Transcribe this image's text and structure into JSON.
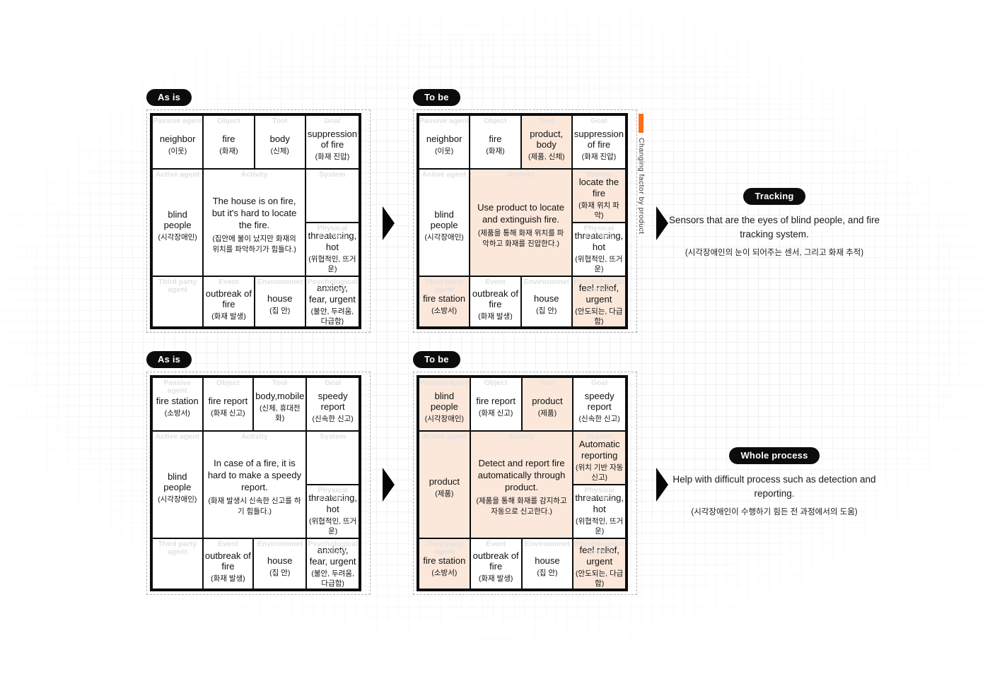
{
  "badges": {
    "as_is": "As is",
    "to_be": "To be"
  },
  "annotation": {
    "label": "Changing factor by product"
  },
  "colors": {
    "highlight": "#fbe8db",
    "accent_orange": "#ff6d17",
    "frame_black": "#0d0d0d"
  },
  "headers": {
    "passive": "Passive agent",
    "object": "Object",
    "tool": "Tool",
    "goal": "Goal",
    "active": "Active agent",
    "activity": "Activity",
    "system": "System",
    "physical": "Physical context",
    "third": "Third party agent",
    "event": "Event",
    "environment": "Environmnet",
    "psychological": "Psychological context"
  },
  "tables": {
    "fire_asis": {
      "passive": {
        "en": "neighbor",
        "ko": "(이웃)"
      },
      "object": {
        "en": "fire",
        "ko": "(화재)"
      },
      "tool": {
        "en": "body",
        "ko": "(신체)"
      },
      "goal": {
        "en": "suppression of fire",
        "ko": "(화재 진압)"
      },
      "active": {
        "en": "blind people",
        "ko": "(시각장애인)"
      },
      "activity": {
        "en": "The house is on fire, but it's hard to locate the fire.",
        "ko": "(집안에 불이 났지만 화재의 위치를 파악하기가 힘들다.)"
      },
      "system": {
        "en": "",
        "ko": ""
      },
      "physical": {
        "en": "threatening, hot",
        "ko": "(위협적인, 뜨거운)"
      },
      "third": {
        "en": "",
        "ko": ""
      },
      "event": {
        "en": "outbreak of fire",
        "ko": "(화재 발생)"
      },
      "environment": {
        "en": "house",
        "ko": "(집 안)"
      },
      "psychological": {
        "en": "anxiety, fear, urgent",
        "ko": "(불안, 두려움, 다급함)"
      }
    },
    "fire_tobe": {
      "passive": {
        "en": "neighbor",
        "ko": "(이웃)"
      },
      "object": {
        "en": "fire",
        "ko": "(화재)"
      },
      "tool": {
        "en": "product, body",
        "ko": "(제품, 신체)"
      },
      "goal": {
        "en": "suppression of fire",
        "ko": "(화재 진압)"
      },
      "active": {
        "en": "blind people",
        "ko": "(시각장애인)"
      },
      "activity": {
        "en": "Use product to locate and extinguish fire.",
        "ko": "(제품을 통해 화재 위치를 파악하고 화재를 진압한다.)"
      },
      "system": {
        "en": "locate the fire",
        "ko": "(화재 위치 파악)"
      },
      "physical": {
        "en": "threatening, hot",
        "ko": "(위협적인, 뜨거운)"
      },
      "third": {
        "en": "fire station",
        "ko": "(소방서)"
      },
      "event": {
        "en": "outbreak of fire",
        "ko": "(화재 발생)"
      },
      "environment": {
        "en": "house",
        "ko": "(집 안)"
      },
      "psychological": {
        "en": "feel relief, urgent",
        "ko": "(안도되는, 다급함)"
      }
    },
    "report_asis": {
      "passive": {
        "en": "fire station",
        "ko": "(소방서)"
      },
      "object": {
        "en": "fire report",
        "ko": "(화재 신고)"
      },
      "tool": {
        "en": "body,mobile",
        "ko": "(신체, 휴대전화)"
      },
      "goal": {
        "en": "speedy report",
        "ko": "(신속한 신고)"
      },
      "active": {
        "en": "blind people",
        "ko": "(시각장애인)"
      },
      "activity": {
        "en": "In case of a fire, it is hard to make a speedy report.",
        "ko": "(화재 발생시 신속한 신고를 하기 힘들다.)"
      },
      "system": {
        "en": "",
        "ko": ""
      },
      "physical": {
        "en": "threatening, hot",
        "ko": "(위협적인, 뜨거운)"
      },
      "third": {
        "en": "",
        "ko": ""
      },
      "event": {
        "en": "outbreak of fire",
        "ko": "(화재 발생)"
      },
      "environment": {
        "en": "house",
        "ko": "(집 안)"
      },
      "psychological": {
        "en": "anxiety, fear, urgent",
        "ko": "(불안, 두려움, 다급함)"
      }
    },
    "report_tobe": {
      "passive": {
        "en": "blind people",
        "ko": "(시각장애인)"
      },
      "object": {
        "en": "fire report",
        "ko": "(화재 신고)"
      },
      "tool": {
        "en": "product",
        "ko": "(제품)"
      },
      "goal": {
        "en": "speedy report",
        "ko": "(신속한 신고)"
      },
      "active": {
        "en": "product",
        "ko": "(제품)"
      },
      "activity": {
        "en": "Detect and report fire automatically through product.",
        "ko": "(제품을 통해 화재를 감지하고 자동으로 신고한다.)"
      },
      "system": {
        "en": "Automatic reporting",
        "ko": "(위치 기반 자동 신고)"
      },
      "physical": {
        "en": "threatening, hot",
        "ko": "(위협적인, 뜨거운)"
      },
      "third": {
        "en": "fire station",
        "ko": "(소방서)"
      },
      "event": {
        "en": "outbreak of fire",
        "ko": "(화재 발생)"
      },
      "environment": {
        "en": "house",
        "ko": "(집 안)"
      },
      "psychological": {
        "en": "feel relief, urgent",
        "ko": "(안도되는, 다급함)"
      }
    }
  },
  "callouts": {
    "tracking": {
      "title": "Tracking",
      "desc": "Sensors that are the eyes of blind people, and fire tracking system.",
      "ko": "(시각장애인의 눈이 되어주는 센서, 그리고 화재 추적)"
    },
    "whole_process": {
      "title": "Whole process",
      "desc": "Help with difficult process such as detection and reporting.",
      "ko": "(시각장애인이 수행하기 힘든 전 과정에서의 도움)"
    }
  }
}
